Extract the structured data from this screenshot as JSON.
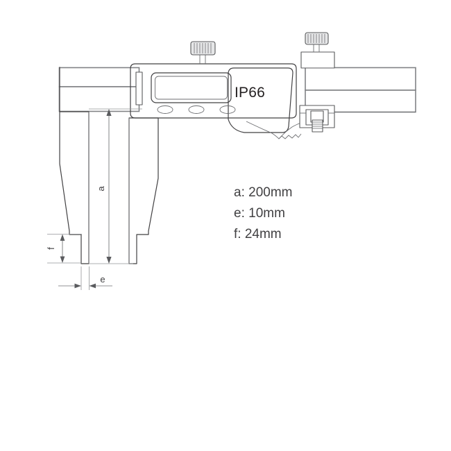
{
  "drawing": {
    "title": "Digital Caliper Technical Drawing",
    "product_marking": "IP66",
    "display": {
      "screen_value": "",
      "buttons": [
        "button-left",
        "button-center",
        "button-right"
      ]
    },
    "dimension_labels": {
      "a": "a",
      "e": "e",
      "f": "f"
    },
    "specs": [
      {
        "key": "a",
        "label": "a: 200mm",
        "value": "200",
        "unit": "mm"
      },
      {
        "key": "e",
        "label": "e: 10mm",
        "value": "10",
        "unit": "mm"
      },
      {
        "key": "f",
        "label": "f: 24mm",
        "value": "24",
        "unit": "mm"
      }
    ],
    "parts": {
      "beam": "measuring-beam",
      "fixed_jaw": "fixed-jaw",
      "movable_jaw": "movable-jaw",
      "lcd": "lcd-display",
      "thumb_roller": "thumb-roller",
      "depth_lock_knob": "depth-lock-knob",
      "fine_adjust_clamp": "fine-adjustment-clamp"
    },
    "colors": {
      "line": "#58595b",
      "line_light": "#939598",
      "text": "#414042",
      "background": "#ffffff",
      "metal_fill": "#e6e7e8"
    }
  }
}
